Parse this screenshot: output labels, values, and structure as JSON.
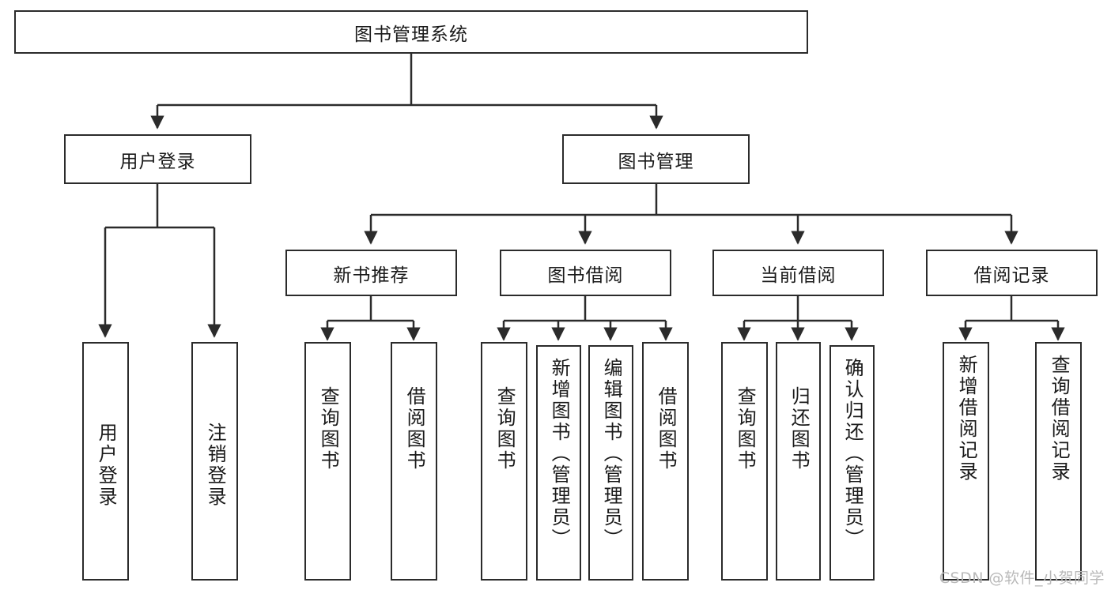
{
  "diagram": {
    "title": "图书管理系统",
    "type": "tree",
    "root": {
      "label": "图书管理系统"
    },
    "level2": [
      {
        "id": "user-login",
        "label": "用户登录"
      },
      {
        "id": "book-manage",
        "label": "图书管理"
      }
    ],
    "level3": [
      {
        "id": "new-book-recommend",
        "label": "新书推荐"
      },
      {
        "id": "book-borrow",
        "label": "图书借阅"
      },
      {
        "id": "current-borrow",
        "label": "当前借阅"
      },
      {
        "id": "borrow-record",
        "label": "借阅记录"
      }
    ],
    "leaves": {
      "user_login": [
        {
          "id": "leaf-user-login",
          "label": "用户登录"
        },
        {
          "id": "leaf-logout-login",
          "label": "注销登录"
        }
      ],
      "new_book_recommend": [
        {
          "id": "leaf-query-book-1",
          "label": "查询图书"
        },
        {
          "id": "leaf-borrow-book-1",
          "label": "借阅图书"
        }
      ],
      "book_borrow": [
        {
          "id": "leaf-query-book-2",
          "label": "查询图书"
        },
        {
          "id": "leaf-add-book-admin",
          "label": "新增图书（管理员）"
        },
        {
          "id": "leaf-edit-book-admin",
          "label": "编辑图书（管理员）"
        },
        {
          "id": "leaf-borrow-book-2",
          "label": "借阅图书"
        }
      ],
      "current_borrow": [
        {
          "id": "leaf-query-book-3",
          "label": "查询图书"
        },
        {
          "id": "leaf-return-book",
          "label": "归还图书"
        },
        {
          "id": "leaf-confirm-return-admin",
          "label": "确认归还（管理员）"
        }
      ],
      "borrow_record": [
        {
          "id": "leaf-add-borrow-record",
          "label": "新增借阅记录"
        },
        {
          "id": "leaf-query-borrow-record",
          "label": "查询借阅记录"
        }
      ]
    },
    "colors": {
      "stroke": "#2b2b2b",
      "fill": "#ffffff",
      "text": "#1a1a1a",
      "watermark": "#b9b9b9"
    }
  },
  "watermark": {
    "text": "CSDN @软件_小贺同学"
  }
}
